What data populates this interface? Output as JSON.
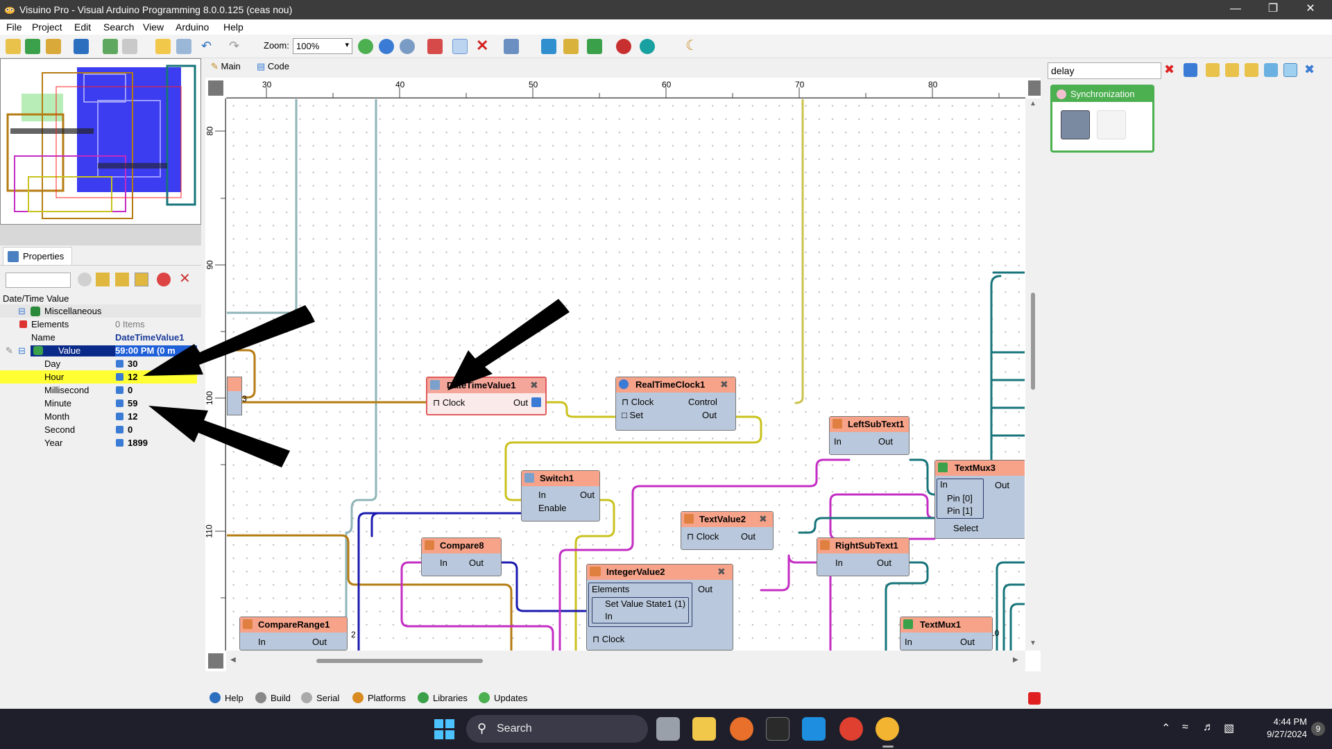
{
  "window": {
    "title": "Visuino Pro - Visual Arduino Programming 8.0.0.125 (ceas nou)"
  },
  "menu": [
    "File",
    "Project",
    "Edit",
    "Search",
    "View",
    "Arduino",
    "Help"
  ],
  "toolbar": {
    "zoom_label": "Zoom:",
    "zoom_value": "100%"
  },
  "design_tabs": [
    "Main",
    "Code"
  ],
  "ruler": {
    "top_ticks": [
      "30",
      "40",
      "50",
      "60",
      "70",
      "80"
    ],
    "left_ticks": [
      "80",
      "90",
      "100",
      "110"
    ]
  },
  "properties": {
    "tab_label": "Properties",
    "component_type": "Date/Time Value",
    "rows": [
      {
        "name": "Miscellaneous",
        "value": ""
      },
      {
        "name": "Elements",
        "value": "0 Items"
      },
      {
        "name": "Name",
        "value": "DateTimeValue1"
      },
      {
        "name": "Value",
        "value": "59:00 PM (0 m"
      },
      {
        "name": "Day",
        "value": "30"
      },
      {
        "name": "Hour",
        "value": "12"
      },
      {
        "name": "Millisecond",
        "value": "0"
      },
      {
        "name": "Minute",
        "value": "59"
      },
      {
        "name": "Month",
        "value": "12"
      },
      {
        "name": "Second",
        "value": "0"
      },
      {
        "name": "Year",
        "value": "1899"
      }
    ]
  },
  "components": {
    "datetime1": {
      "title": "DateTimeValue1",
      "in": "Clock",
      "out": "Out"
    },
    "rtc1": {
      "title": "RealTimeClock1",
      "in1": "Clock",
      "in2": "Set",
      "out1": "Control",
      "out2": "Out"
    },
    "leftsub": {
      "title": "LeftSubText1",
      "in": "In",
      "out": "Out"
    },
    "textmux3": {
      "title": "TextMux3",
      "in": "In",
      "pin0": "Pin [0]",
      "pin1": "Pin [1]",
      "select": "Select",
      "out": "Out"
    },
    "switch1": {
      "title": "Switch1",
      "in": "In",
      "enable": "Enable",
      "out": "Out"
    },
    "textvalue2": {
      "title": "TextValue2",
      "in": "Clock",
      "out": "Out"
    },
    "compare8": {
      "title": "Compare8",
      "in": "In",
      "out": "Out"
    },
    "rightsub": {
      "title": "RightSubText1",
      "in": "In",
      "out": "Out"
    },
    "intvalue2": {
      "title": "IntegerValue2",
      "elements": "Elements",
      "svs": "Set Value State1 (1)",
      "in": "In",
      "clock": "Clock",
      "out": "Out"
    },
    "comprange1": {
      "title": "CompareRange1",
      "in": "In",
      "out": "Out"
    },
    "textmux1": {
      "title": "TextMux1",
      "in": "In",
      "out": "Out"
    }
  },
  "wire_labels": {
    "left3": "3",
    "comp2": "2",
    "mux10": "10"
  },
  "right_panel": {
    "search_value": "delay",
    "category": "Synchronization"
  },
  "bottom_tabs": [
    "Help",
    "Build",
    "Serial",
    "Platforms",
    "Libraries",
    "Updates"
  ],
  "taskbar": {
    "search_label": "Search",
    "time": "4:44 PM",
    "date": "9/27/2024",
    "notif_count": "9"
  },
  "colors": {
    "component_header": "#f7a38a",
    "component_body": "#b9c8dc",
    "selected_header": "#f4a69b",
    "sync_green": "#4caf50",
    "hour_highlight": "#ffff33",
    "value_selection": "#0a2a8a"
  }
}
